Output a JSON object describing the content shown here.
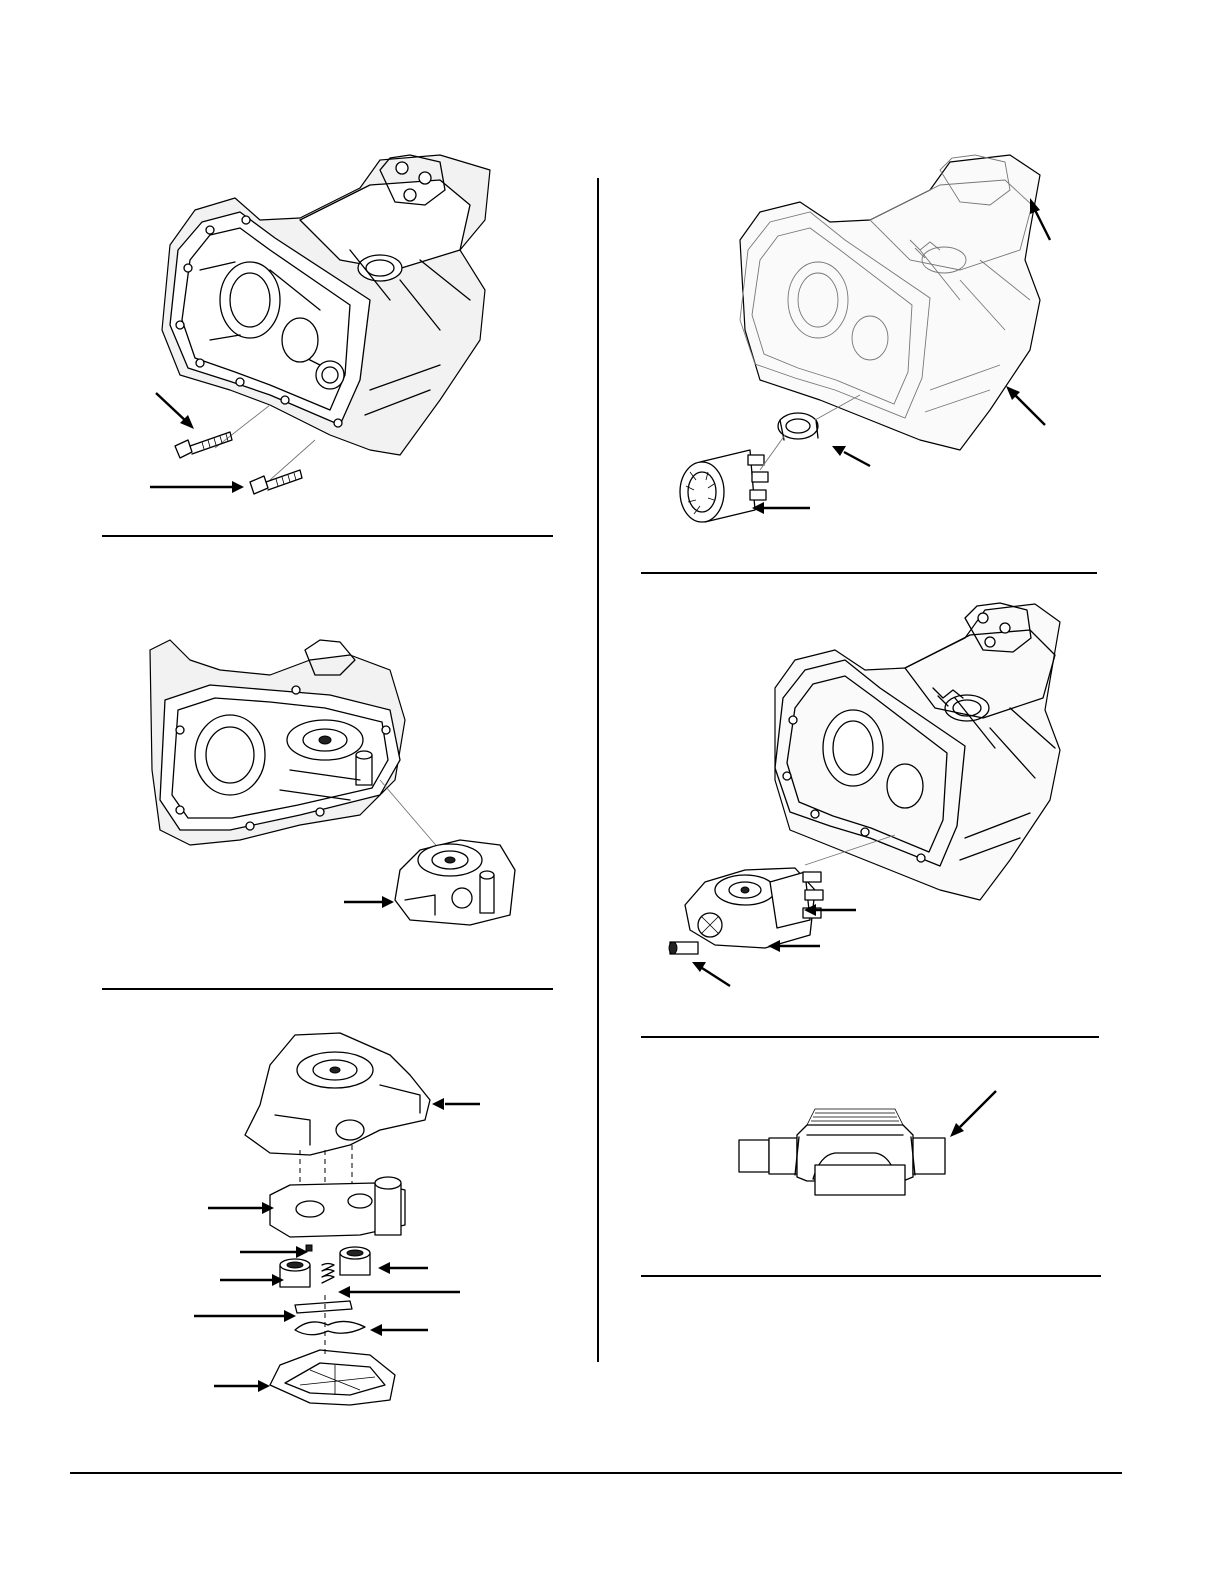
{
  "page": {
    "figures": [
      {
        "id": "figure-1",
        "description_visible": false
      },
      {
        "id": "figure-2"
      },
      {
        "id": "figure-3"
      },
      {
        "id": "figure-4"
      },
      {
        "id": "figure-5"
      },
      {
        "id": "figure-6"
      }
    ]
  }
}
